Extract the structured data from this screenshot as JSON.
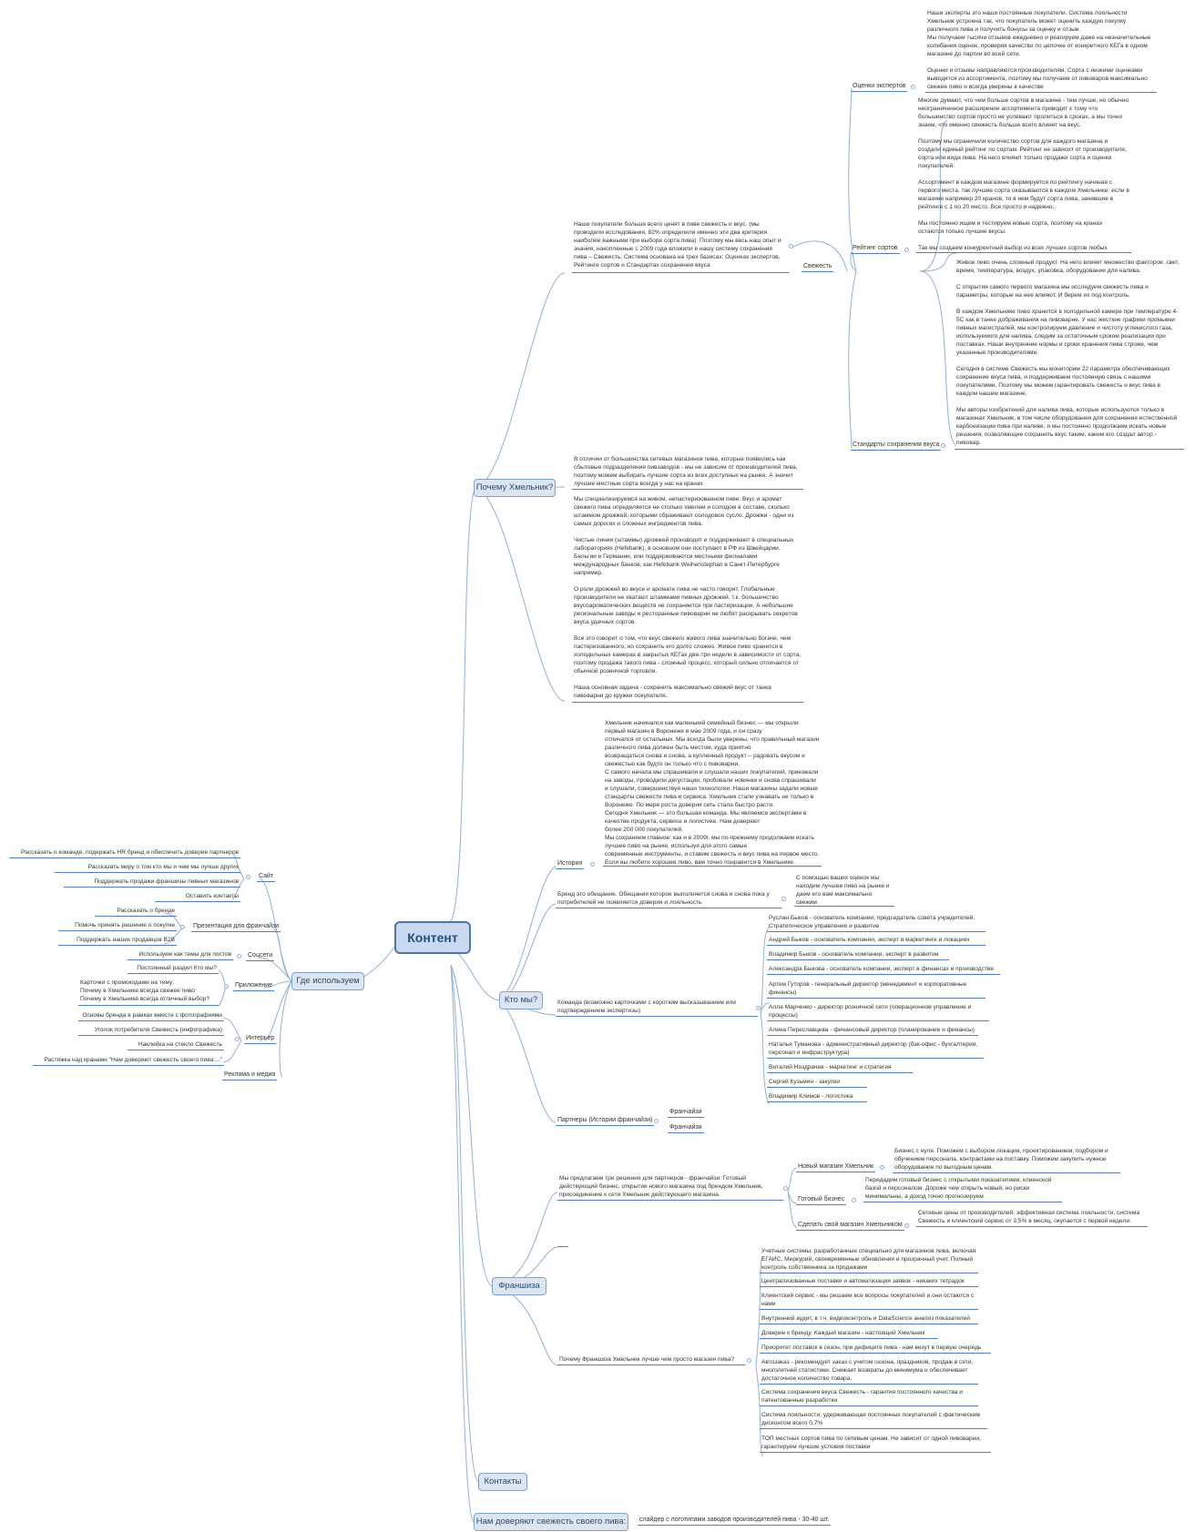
{
  "central": "Контент",
  "topics": {
    "why": "Почему Хмельник?",
    "who": "Кто мы?",
    "franchise": "Франшиза",
    "contacts": "Контакты",
    "trust": "Нам доверяют свежесть своего пива:",
    "where": "Где используем"
  },
  "why": {
    "intro": "Наши покупатели больше всего ценят в пиве свежесть и вкус. (мы проводили исследования, 82% определили именно эти два критерия наиболее важными при выборе сорта пива). Поэтому мы весь наш опыт и знания, накопленные с 2009 года вложили в нашу систему сохранения пива – Свежесть. Система основана на трех базисах: Оценках экспертов, Рейтинге сортов и Стандартах сохранения вкуса",
    "svezhest_label": "Свежесть",
    "experts_label": "Оценки экспертов",
    "experts_text": "Наши эксперты это наши постоянные покупатели. Система лояльности Хмельник устроена так, что покупатель может оценить каждую покупку различного пива и получить бонусы за оценку и отзыв.\nМы получаем тысячи отзывов ежедневно и реагируем даже на незначительные колебания оценок, проверяя качество по цепочке от конкретного КЕГа в одном магазине до партии во всей сети.\n\nОценки и отзывы направляются производителям. Сорта с низкими оценками выводятся из ассортимента, поэтому мы получаем от пивоваров максимально свежее пиво и всегда уверены в качестве",
    "rating_label": "Рейтинг сортов",
    "rating_text": "Многие думают, что чем больше сортов в магазине - тем лучше, но обычно неограниченное расширение ассортимента приводит к тому что большинство сортов просто не успевают пролиться в сроках, а мы точно знаем, что именно свежесть больше всего влияет на вкус.\n\nПоэтому мы ограничили количество сортов для каждого магазина и создали единый рейтинг по сортам. Рейтинг не зависит от производителя, сорта или вида пива. На него влияют только продажи сорта и оценки покупателей.\n\nАссортимент в каждом магазине формируется по рейтингу начиная с первого места, так лучшие сорта оказываются в каждом Хмельнике: если в магазине например 20 кранов, то в нем будут сорта пива, занявшие в рейтинге с 1 по 20 место. Все просто и надежно.\n\nМы постоянно ищем и тестируем новые сорта, поэтому на кранах остаются только лучшие вкусы.\n\nТак мы создаем конкурентный выбор из всех лучших сортов любых пивоварен, а значит можем быть уверены в качестве каждого сорта.",
    "standards_label": "Стандарты сохранения вкуса",
    "standards_text": "Живое пиво очень сложный продукт. На него влияет множество факторов: свет, время, температура, воздух, упаковка, оборудование для налива.\n\nС открытия самого первого магазина мы исследуем свежесть пива и параметры, которые на нее влияют. И берем их под контроль.\n\nВ каждом Хмельнике пиво хранится в холодильной камере при температуре 4-5С как в танке дображивания на пивоварне. У нас жесткие графики промывки пивных магистралей, мы контролируем давление и чистоту углекислого газа, используемого для налива, следим за остаточным сроком реализации при поставках. Наши внутренние нормы и сроки хранения пива строже, чем указанные производителями.\n\nСегодня в системе Свежесть мы мониторим 22 параметра обеспечивающих сохранение вкуса пива, и поддерживаем постоянную связь с нашими покупателями. Поэтому мы можем гарантировать свежесть и вкус пива в каждом нашем магазине.\n\nМы авторы изобретений для налива пива, которые используются только в магазинах Хмельник, в том числе оборудования для сохранения естественной карбонизации пива при наливе, и мы постоянно продолжаем искать новые решения, позволяющие сохранить вкус таким, каким его создал автор - пивовар.",
    "diff1": "В отличии от большинства сетевых магазинов пива, которые появились как сбытовые подразделения пивзаводов - мы не зависим от производителей пива, поэтому можем выбирать лучшие сорта из всех доступных на рынке. А значит лучшие местные сорта всегда у нас на кранах",
    "diff2": "Мы специализируемся на живом, непастеризованном пиве. Вкус и аромат свежего пива определяется не столько хмелем и солодом в составе, сколько штаммом дрожжей, которыми сбраживают солодовое сусло. Дрожжи - одни из самых дорогих и сложных ингредиентов пива.\n\nЧистые линии (штаммы) дрожжей производят и поддерживают в специальных лабораториях (Hefebank), в основном они поступают в РФ из Швейцарии, Бельгии и Германии, или поддерживаются местными филиалами международных банков, как Hefebank Weihenstephan в Санкт-Петербурге например.\n\nО роли дрожжей во вкусе и аромате пива не часто говорят. Глобальные производители не хватают штаммами пивных дрожжей. т.к. большинство вкусоароматических веществ не сохраняется при пастеризации. А небольшие региональные заводы и ресторанные пивоварни не любят раскрывать секретов вкуса удачных сортов.\n\nВсе это говорит о том, что вкус свежего живого пива значительно богаче, чем пастеризованного, но сохранить его долго сложно. Живое пиво хранится в холодильных камерах в закрытых КЕГах две-три недели в зависимости от сорта, поэтому продажа такого пива - сложный процесс, который сильно отличается от обычной розничной торговли.\n\nНаша основная задача - сохранить максимально свежий вкус от танка пивоварни до кружки покупателя."
  },
  "who": {
    "history_label": "История",
    "history_text": "Хмельник начинался как маленький семейный бизнес — мы открыли первый магазин в Воронеже в мае 2009 года, и он сразу\nотличался от остальных. Мы всегда были уверены, что правильный магазин различного пива должен быть местом, куда приятно\nвозвращаться снова и снова, а купленный продукт – радовать вкусом и свежестью как будто он только что с пивоварни.\nС самого начала мы спрашивали и слушали наших покупателей, приезжали на заводы, проводили дегустации, пробовали новинки и снова спрашивали и слушали, совершенствуя наши технологии. Наши магазины задали новые стандарты свежести пива и сервиса. Хмельник стали узнавать не только в Воронеже. По мере роста доверия сеть стала быстро расти.\nСегодня Хмельник — это большая команда. Мы являемся экспертами в качестве продукта, сервисе и логистике. Нам доверяют\nболее 200 000 покупателей.\nМы сохраняем главное: как и в 2009г, мы по-прежнему продолжаем искать лучшее пиво на рынке, используя для этого самые\nсовременные инструменты, и ставим свежесть и вкус пива на первое место.\nЕсли вы любите хорошее пиво, вам точно понравится в Хмельнике.",
    "brand_label": "Бренд это обещание. Обещания которое выполняется снова и снова пока у потребителей не появляется доверия и лояльность",
    "brand_text": "С помощью ваших оценок мы находим лучшее пиво на рынке и даем его вам максимально свежим",
    "team_label": "Команда (возможно карточками с коротким высказыванием или подтверждением экспертизы)",
    "team": [
      "Руслан Быков - основатель компании, председатель совета учредителей. Стратегическое управление и развитие",
      "Андрей Быков - основатель компании, эксперт в маркетинге и локациях",
      "Владимир Быков - основатель компании, эксперт в развитии",
      "Александра Быкова - основатель компании, эксперт в финансах и производстве",
      "Артем Гуторов - генеральный директор (менеджмент и корпоративные финансы)",
      "Алла Марченко - директор розничной сети (операционное управление и процессы)",
      "Алена Переславцева - финансовый директор (планирование и финансы)",
      "Наталья Туманова - административный директор (бэк-офис - бухгалтерия, персонал и инфраструктура)",
      "Виталий Ноздрачев - маркетинг и стратегия",
      "Сергей Кузьмин - закупки",
      "Владимир Климов - логистика"
    ],
    "partners_label": "Партнеры (Истории франчайзи)",
    "partners": [
      "Франчайзи",
      "Франчайзи"
    ]
  },
  "franchise": {
    "offer_label": "Мы предлагаем три решения для партнеров - франчайзи: Готовый действующий бизнес, открытие нового магазина под брендом Хмельник, присоединение к сети Хмельник действующего магазина.",
    "options": [
      {
        "label": "Новый магазин Хмельник",
        "text": "Бизнес с нуля. Поможем с выбором локации, проектированием, подбором и обучением персонала, контрактами на поставку. Поможем закупить нужное оборудование по выгодным ценам."
      },
      {
        "label": "Готовый бизнес",
        "text": "Передадим готовый бизнес с открытыми показателями, клиенской базой и персоналом. Дороже чем открыть новый, но риски минимальны, а доход точно прогнозируем"
      },
      {
        "label": "Сделать свой магазин Хмельником",
        "text": "Сетевые цены от производителей, эффективная система лояльности, система Свежесть и клиентский сервис от 3,5% в месяц, окупается с первой недели."
      }
    ],
    "why_label": "Почему Франшиза Хмельник лучше чем просто магазин пива?",
    "reasons": [
      "Учетные системы, разработанные специально для магазинов пива, включая ЕГАИС, Меркурий, своевременные обновления и прозрачный учет. Полный контроль собственника за продажами",
      "Централизованные поставки и автоматизация заявок - никаких тетрадок",
      "Клиентский сервис - мы решаем все вопросы покупателей и они остаются с нами",
      "Внутренний аудит, в т.ч. видеоконтроль и DataScience анализ показателей",
      "Доверие к бренду. Каждый магазин - настоящий Хмельник",
      "Приоритет поставок в сезон, при дефиците пива - нам везут в первую очередь",
      "Автозаказ - рекомендует заказ с учетом сезона, праздников, продаж в сети, многолетней статистики. Снижает возвраты до минимума и обеспечивает достаточное количество товара.",
      "Система сохранения вкуса Свежесть - гарантия постоянного качества и патентованные разработки",
      "Система лояльности, удерживающая постоянных покупателей с фактическим дисконтом всего 0,7%",
      "ТОП местных сортов пива по сетевым ценам. Не зависит от одной пивоварни, гарантируем лучшие условия поставки"
    ]
  },
  "trust_text": "слайдер с логотипами заводов производителей пива - 30-40 шт.",
  "where": {
    "site_label": "Сайт",
    "site": [
      "Рассказать о команде, подержать HR бренд и обеспечить доверие партнеров",
      "Рассказать миру о том кто мы и чем мы лучше других",
      "Поддержать продажи франшизы пивных магазинов",
      "Оставить контакты"
    ],
    "presentation_label": "Презентация для франчайзи",
    "presentation": [
      "Рассказать о бренде",
      "Помочь принять решение о покупке",
      "Поддержать наших продавцов B2B"
    ],
    "social_label": "Соцсети",
    "social": [
      "Используем как темы для постов"
    ],
    "app_label": "Приложение",
    "app": [
      "Постоянный раздел Кто мы?",
      "Карточки с промокодами на тему:\nПочему в Хмельнике всегда свежее пиво\nПочему в Хмельнике всегда отличный выбор?"
    ],
    "interior_label": "Интерьер",
    "interior": [
      "Основы бренда в рамках вместе с фотографиями",
      "Уголок потребителя Свежесть (инфографика)",
      "Наклейка на стекло Свежесть",
      "Растяжка над кранами \"Нам доверяют свежесть своего пива:...\""
    ],
    "ads_label": "Реклама и медиа"
  }
}
